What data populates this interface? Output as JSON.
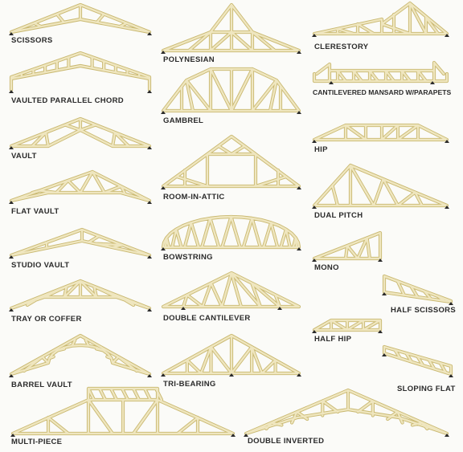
{
  "trusses": [
    {
      "id": "scissors",
      "label": "SCISSORS"
    },
    {
      "id": "vaulted-parallel-chord",
      "label": "VAULTED PARALLEL CHORD"
    },
    {
      "id": "vault",
      "label": "VAULT"
    },
    {
      "id": "flat-vault",
      "label": "FLAT VAULT"
    },
    {
      "id": "studio-vault",
      "label": "STUDIO VAULT"
    },
    {
      "id": "tray-or-coffer",
      "label": "TRAY OR COFFER"
    },
    {
      "id": "barrel-vault",
      "label": "BARREL VAULT"
    },
    {
      "id": "multi-piece",
      "label": "MULTI-PIECE"
    },
    {
      "id": "polynesian",
      "label": "POLYNESIAN"
    },
    {
      "id": "gambrel",
      "label": "GAMBREL"
    },
    {
      "id": "room-in-attic",
      "label": "ROOM-IN-ATTIC"
    },
    {
      "id": "bowstring",
      "label": "BOWSTRING"
    },
    {
      "id": "double-cantilever",
      "label": "DOUBLE CANTILEVER"
    },
    {
      "id": "tri-bearing",
      "label": "TRI-BEARING"
    },
    {
      "id": "double-inverted",
      "label": "DOUBLE INVERTED"
    },
    {
      "id": "clerestory",
      "label": "CLERESTORY"
    },
    {
      "id": "cantilevered-mansard",
      "label": "CANTILEVERED MANSARD W/PARAPETS"
    },
    {
      "id": "hip",
      "label": "HIP"
    },
    {
      "id": "dual-pitch",
      "label": "DUAL PITCH"
    },
    {
      "id": "mono",
      "label": "MONO"
    },
    {
      "id": "half-scissors",
      "label": "HALF SCISSORS"
    },
    {
      "id": "half-hip",
      "label": "HALF HIP"
    },
    {
      "id": "sloping-flat",
      "label": "SLOPING FLAT"
    }
  ],
  "colors": {
    "member": "#c9b870",
    "member_fill": "#efe6bf",
    "label": "#2b2b2b",
    "background": "#fbfbf8"
  }
}
